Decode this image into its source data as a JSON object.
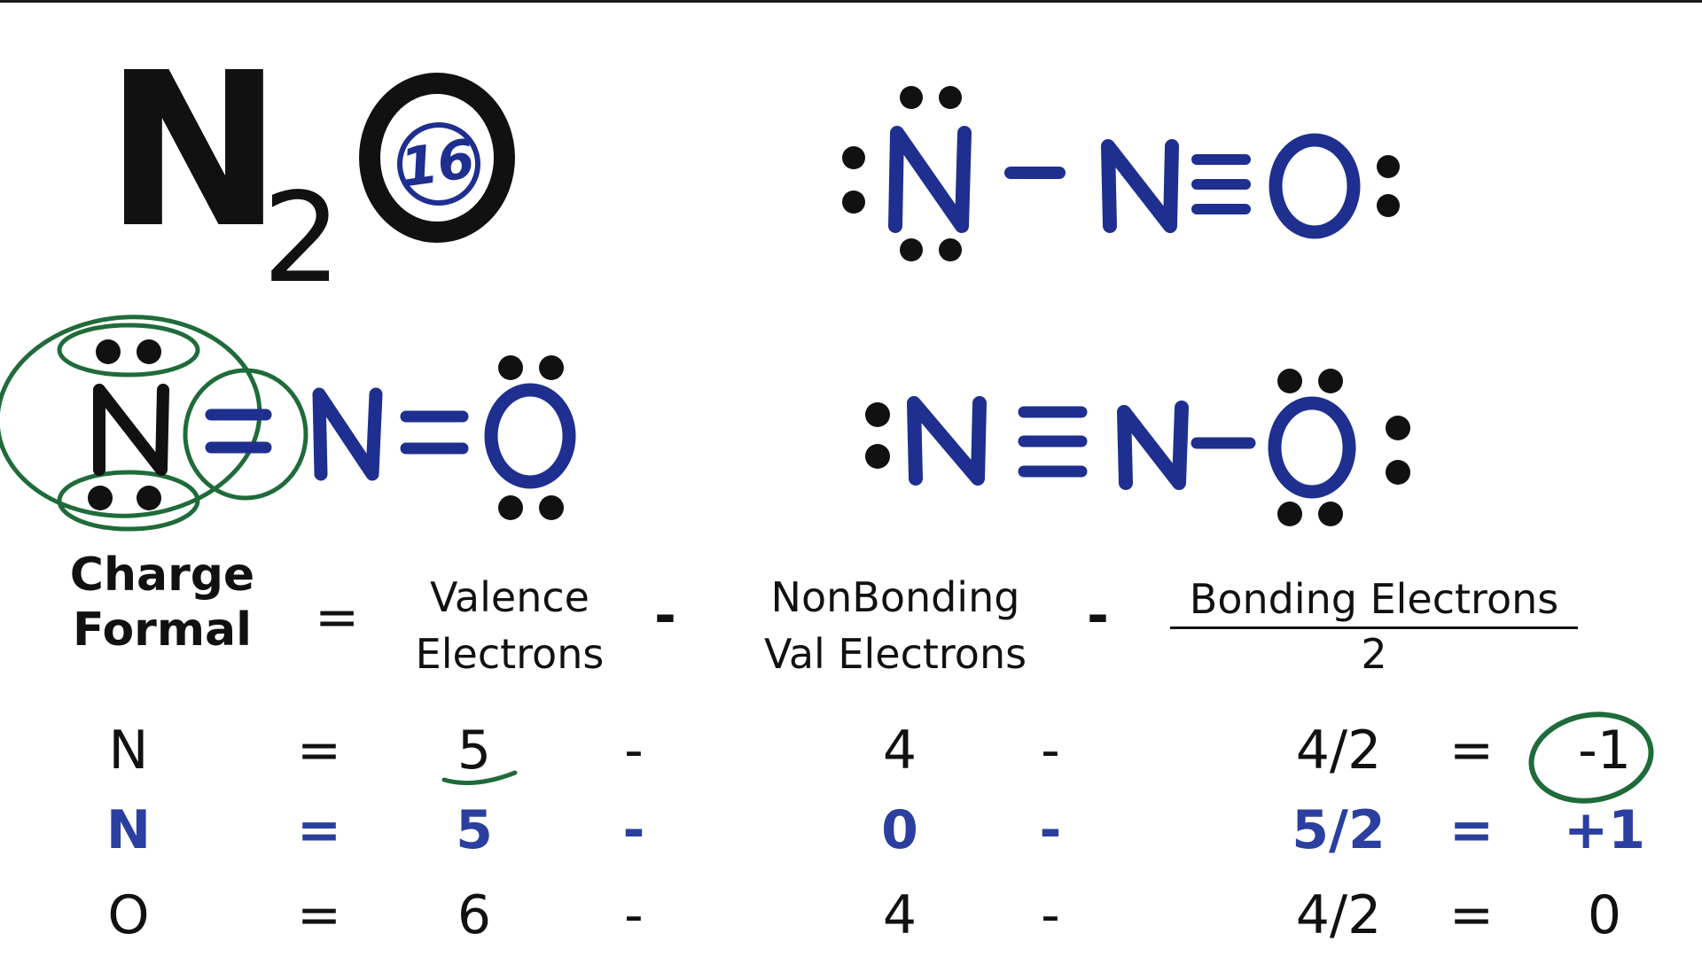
{
  "formula": {
    "n_symbol": "N",
    "subscript": "2",
    "o_symbol": "O",
    "valence_total": "16"
  },
  "structures": {
    "top_right": {
      "atom1": "N",
      "bond1": "-",
      "atom2": "N",
      "bond2": "≡",
      "atom3": "O"
    },
    "middle_left": {
      "atom1": "N",
      "bond1": "=",
      "atom2": "N",
      "bond2": "=",
      "atom3": "O"
    },
    "middle_right": {
      "atom1": "N",
      "bond1": "≡",
      "atom2": "N",
      "bond2": "-",
      "atom3": "O"
    }
  },
  "equation": {
    "lhs_line1": "Charge",
    "lhs_line2": "Formal",
    "equals": "=",
    "term1_line1": "Valence",
    "term1_line2": "Electrons",
    "minus1": "-",
    "term2_line1": "NonBonding",
    "term2_line2": "Val Electrons",
    "minus2": "-",
    "term3_numerator": "Bonding Electrons",
    "term3_denominator": "2"
  },
  "rows": [
    {
      "atom": "N",
      "eq": "=",
      "valence": "5",
      "m1": "-",
      "nonbonding": "4",
      "m2": "-",
      "bonding": "4/2",
      "eq2": "=",
      "result": "-1",
      "style": "black"
    },
    {
      "atom": "N",
      "eq": "=",
      "valence": "5",
      "m1": "-",
      "nonbonding": "0",
      "m2": "-",
      "bonding": "5/2",
      "eq2": "=",
      "result": "+1",
      "style": "blue"
    },
    {
      "atom": "O",
      "eq": "=",
      "valence": "6",
      "m1": "-",
      "nonbonding": "4",
      "m2": "-",
      "bonding": "4/2",
      "eq2": "=",
      "result": "0",
      "style": "black"
    }
  ],
  "colors": {
    "ink_black": "#111111",
    "ink_blue": "#1e2f8f",
    "highlight_green": "#1f6b3a"
  }
}
